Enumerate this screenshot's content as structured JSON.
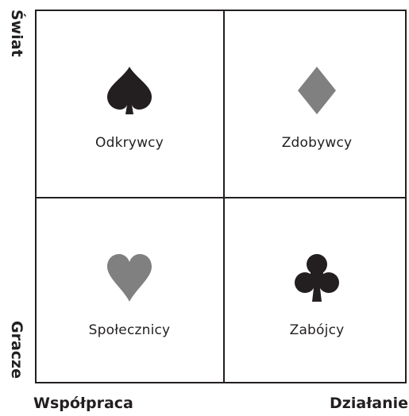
{
  "axes": {
    "y_top": "Świat",
    "y_bottom": "Gracze",
    "x_left": "Współpraca",
    "x_right": "Działanie"
  },
  "quadrants": {
    "top_left": {
      "label": "Odkrywcy",
      "icon": "spade-icon",
      "color": "#231f20"
    },
    "top_right": {
      "label": "Zdobywcy",
      "icon": "diamond-icon",
      "color": "#808080"
    },
    "bottom_left": {
      "label": "Społecznicy",
      "icon": "heart-icon",
      "color": "#808080"
    },
    "bottom_right": {
      "label": "Zabójcy",
      "icon": "club-icon",
      "color": "#231f20"
    }
  }
}
